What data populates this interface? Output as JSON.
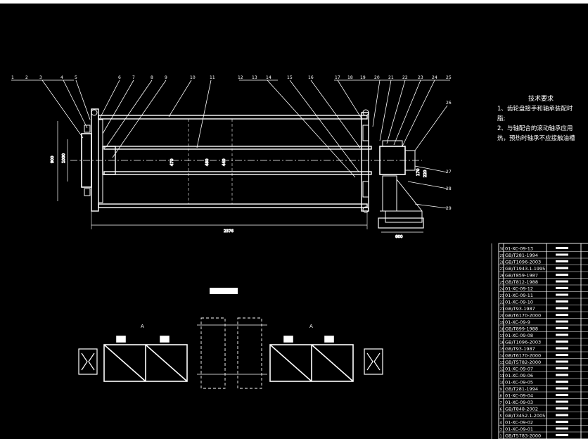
{
  "balloons": [
    "1",
    "2",
    "3",
    "4",
    "5",
    "6",
    "7",
    "8",
    "9",
    "10",
    "11",
    "12",
    "13",
    "14",
    "15",
    "16",
    "17",
    "18",
    "19",
    "20",
    "21",
    "22",
    "23",
    "24",
    "25",
    "26",
    "27",
    "28",
    "29"
  ],
  "dims": {
    "overall": "2376",
    "left_h1": "900",
    "left_h2": "1000",
    "mid1": "470",
    "mid2": "480",
    "mid3": "440",
    "right1": "170",
    "right2": "220",
    "bottom_r": "600"
  },
  "notes": {
    "title": "技术要求",
    "line1": "1、齿轮盘接手和轴承装配时",
    "line2": "脂;",
    "line3": "2、与轴配合的滚动轴承应用",
    "line4": "热，预热时轴承不应接触油槽"
  },
  "bottom_view": {
    "title": "",
    "left_label_a": "A",
    "right_label_a": "A"
  },
  "bom_rows": [
    {
      "no": "30",
      "code": "01-XC-09-13"
    },
    {
      "no": "29",
      "code": "GB/T281-1994"
    },
    {
      "no": "28",
      "code": "GB/T1096-2003"
    },
    {
      "no": "27",
      "code": "GB/T1943.1-1995"
    },
    {
      "no": "26",
      "code": "GB/T859-1987"
    },
    {
      "no": "25",
      "code": "GB/T812-1988"
    },
    {
      "no": "24",
      "code": "01-XC-09-12"
    },
    {
      "no": "23",
      "code": "01-XC-09-11"
    },
    {
      "no": "22",
      "code": "01-XC-09-10"
    },
    {
      "no": "21",
      "code": "GB/T93-1987"
    },
    {
      "no": "20",
      "code": "GB/T6170-2000"
    },
    {
      "no": "19",
      "code": "01-XC-09-9"
    },
    {
      "no": "18",
      "code": "GB/T899-1988"
    },
    {
      "no": "17",
      "code": "01-XC-09-08"
    },
    {
      "no": "16",
      "code": "GB/T1096-2003"
    },
    {
      "no": "15",
      "code": "GB/T93-1987"
    },
    {
      "no": "14",
      "code": "GB/T6170-2000"
    },
    {
      "no": "13",
      "code": "GB/T5782-2000"
    },
    {
      "no": "12",
      "code": "01-XC-09-07"
    },
    {
      "no": "11",
      "code": "01-XC-09-06"
    },
    {
      "no": "10",
      "code": "01-XC-09-05"
    },
    {
      "no": "9",
      "code": "GB/T281-1994"
    },
    {
      "no": "8",
      "code": "01-XC-09-04"
    },
    {
      "no": "7",
      "code": "01-XC-09-03"
    },
    {
      "no": "6",
      "code": "GB/T848-2002"
    },
    {
      "no": "5",
      "code": "GB/T3452.1-2005"
    },
    {
      "no": "4",
      "code": "01-XC-09-02"
    },
    {
      "no": "3",
      "code": "01-XC-09-01"
    },
    {
      "no": "1",
      "code": "GB/T5783-2000"
    }
  ]
}
